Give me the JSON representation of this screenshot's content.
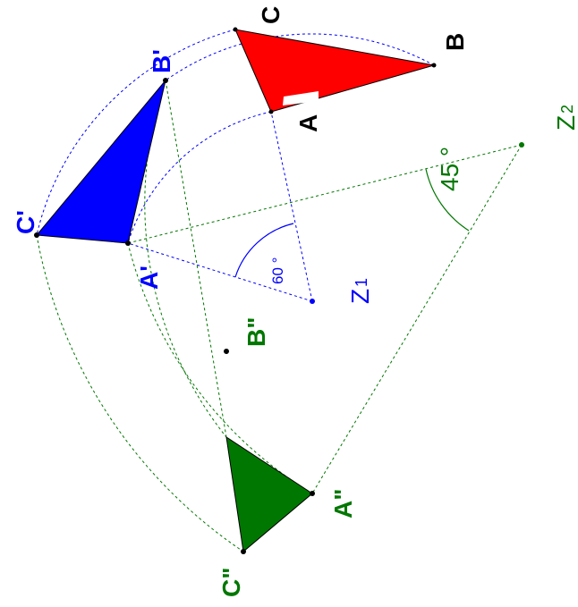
{
  "colors": {
    "original": "#ff0000",
    "first_rotation": "#0000ff",
    "second_rotation": "#007700",
    "outline": "#000000"
  },
  "labels": {
    "A": "A",
    "B": "B",
    "C": "C",
    "A1": "A'",
    "B1": "B'",
    "C1": "C'",
    "A2": "A\"",
    "B2": "B\"",
    "C2": "C\"",
    "Z1": "Z",
    "Z1_sub": "1",
    "Z2": "Z",
    "Z2_sub": "2"
  },
  "angles": {
    "rotation1": "60 °",
    "rotation2": "45 °"
  }
}
